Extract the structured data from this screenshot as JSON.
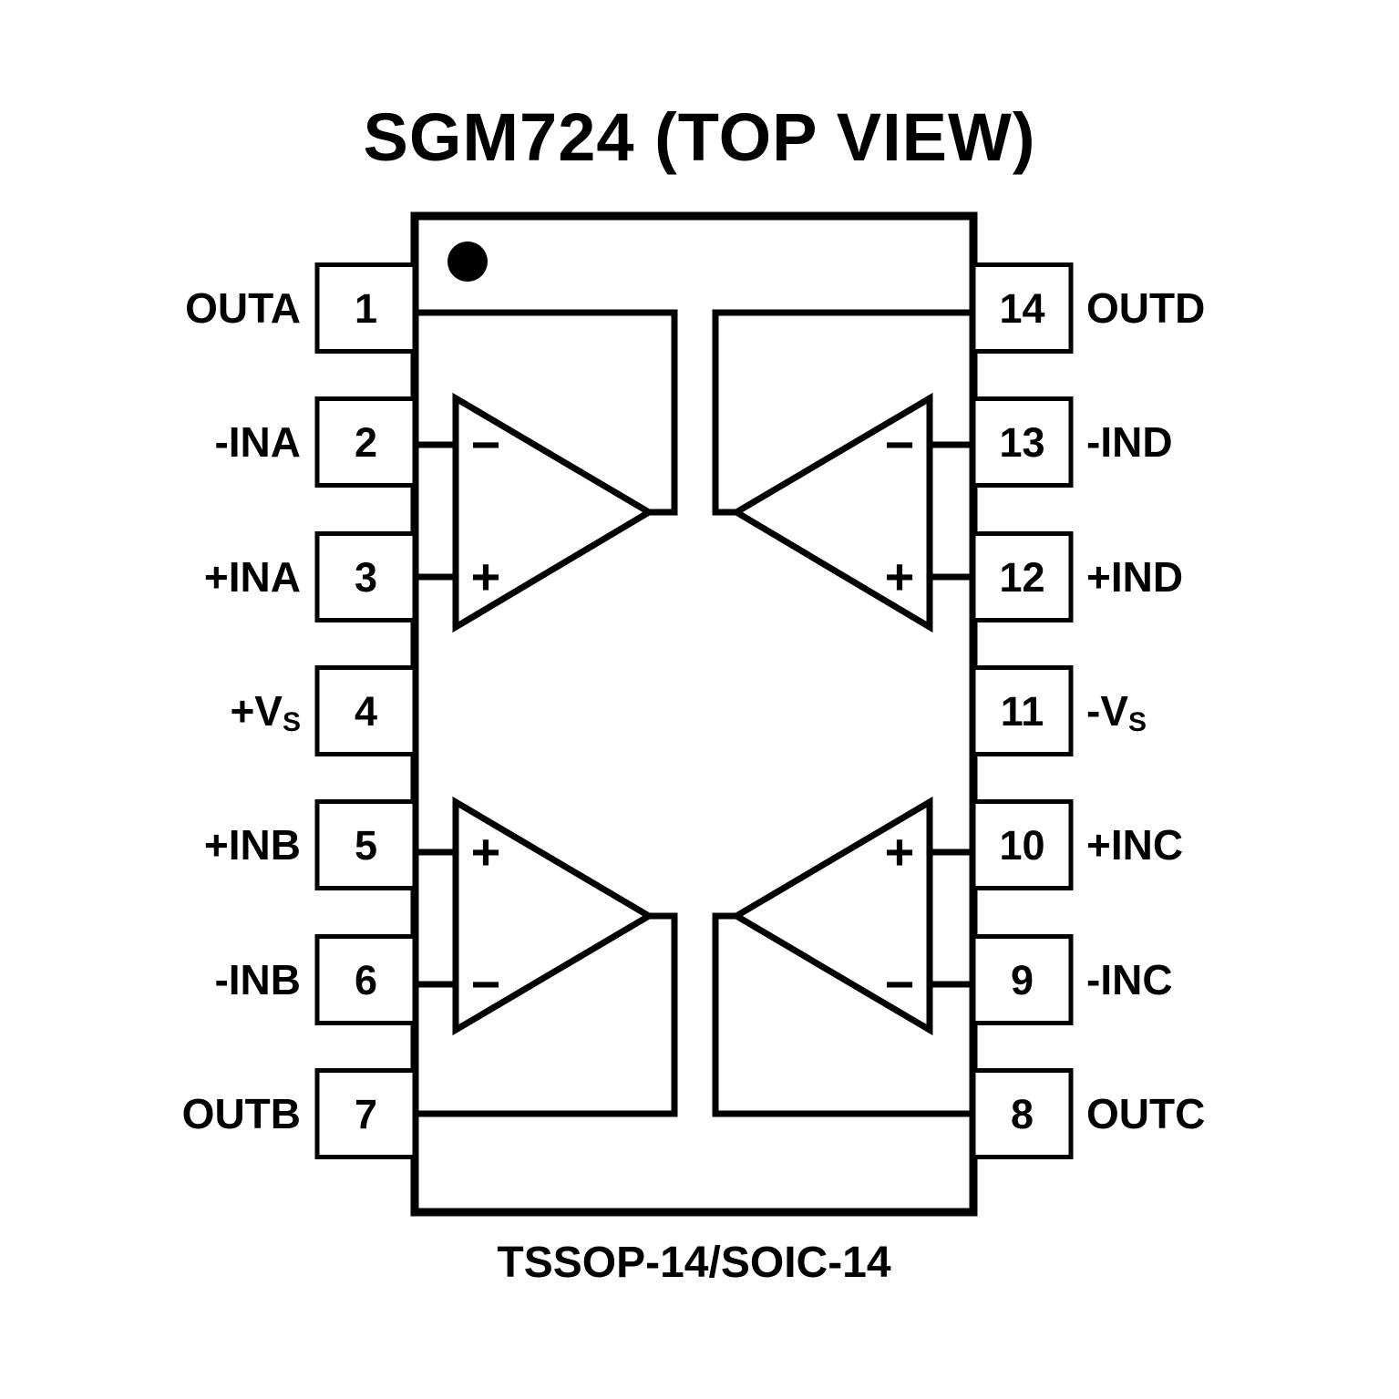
{
  "title": "SGM724 (TOP VIEW)",
  "package": "TSSOP-14/SOIC-14",
  "symbols": {
    "plus": "+",
    "minus": "−"
  },
  "left_pins": [
    {
      "number": "1",
      "label": "OUTA"
    },
    {
      "number": "2",
      "label": "-INA"
    },
    {
      "number": "3",
      "label": "+INA"
    },
    {
      "number": "4",
      "label": "+V",
      "sub": "S"
    },
    {
      "number": "5",
      "label": "+INB"
    },
    {
      "number": "6",
      "label": "-INB"
    },
    {
      "number": "7",
      "label": "OUTB"
    }
  ],
  "right_pins": [
    {
      "number": "14",
      "label": "OUTD"
    },
    {
      "number": "13",
      "label": "-IND"
    },
    {
      "number": "12",
      "label": "+IND"
    },
    {
      "number": "11",
      "label": "-V",
      "sub": "S"
    },
    {
      "number": "10",
      "label": "+INC"
    },
    {
      "number": "9",
      "label": "-INC"
    },
    {
      "number": "8",
      "label": "OUTC"
    }
  ]
}
